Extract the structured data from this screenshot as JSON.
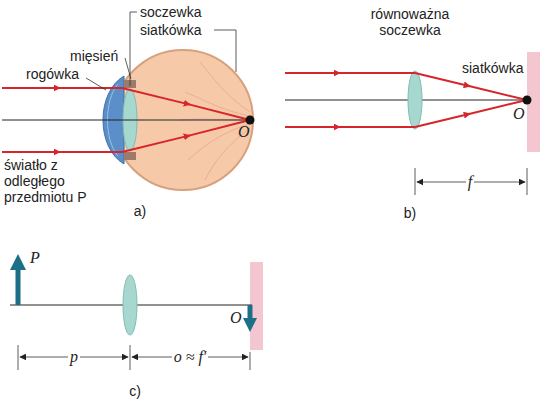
{
  "diagram": {
    "labels": [
      "soczewka",
      "siatkówka",
      "mięsień",
      "rogówka",
      "światło z odległego przedmiotu P",
      "O",
      "a)",
      "równoważna soczewka",
      "siatkówka",
      "O",
      "f",
      "b)",
      "P",
      "O",
      "p",
      "o ≈ f′",
      "c)"
    ]
  }
}
